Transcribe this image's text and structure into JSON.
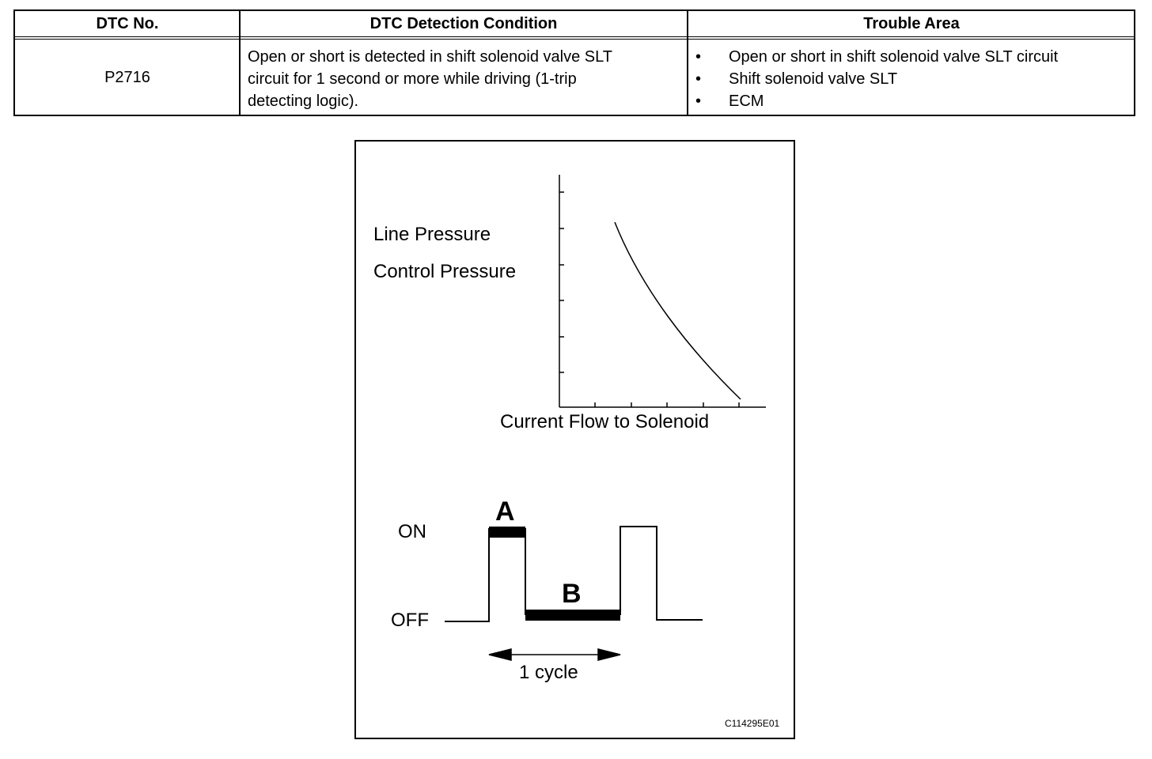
{
  "table": {
    "headers": {
      "code": "DTC No.",
      "condition": "DTC Detection Condition",
      "trouble": "Trouble Area"
    },
    "row": {
      "code": "P2716",
      "condition_lines": [
        "Open or short is detected in shift solenoid valve SLT",
        "circuit for 1 second or more while driving (1-trip",
        "detecting logic)."
      ],
      "bullet": "•",
      "trouble_items": [
        "Open or short in shift solenoid valve SLT circuit",
        "Shift solenoid valve SLT",
        "ECM"
      ]
    }
  },
  "figure": {
    "pressure_label_1": "Line Pressure",
    "pressure_label_2": "Control Pressure",
    "x_axis_label": "Current Flow to Solenoid",
    "on_label": "ON",
    "off_label": "OFF",
    "marker_a": "A",
    "marker_b": "B",
    "cycle_label": "1 cycle",
    "figure_code": "C114295E01"
  }
}
